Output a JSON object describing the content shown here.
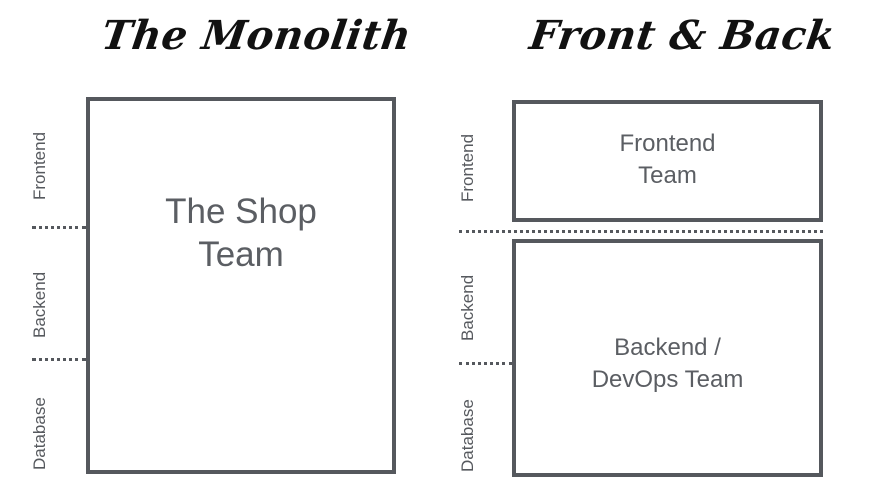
{
  "titles": {
    "monolith": "The Monolith",
    "front_back": "Front & Back"
  },
  "monolith": {
    "team_line1": "The Shop",
    "team_line2": "Team",
    "layers": [
      "Frontend",
      "Backend",
      "Database"
    ]
  },
  "front_back": {
    "frontend_line1": "Frontend",
    "frontend_line2": "Team",
    "backend_line1": "Backend /",
    "backend_line2": "DevOps Team",
    "layers": [
      "Frontend",
      "Backend",
      "Database"
    ]
  },
  "colors": {
    "title": "#111111",
    "border": "#55585d",
    "text": "#5b5e63"
  }
}
